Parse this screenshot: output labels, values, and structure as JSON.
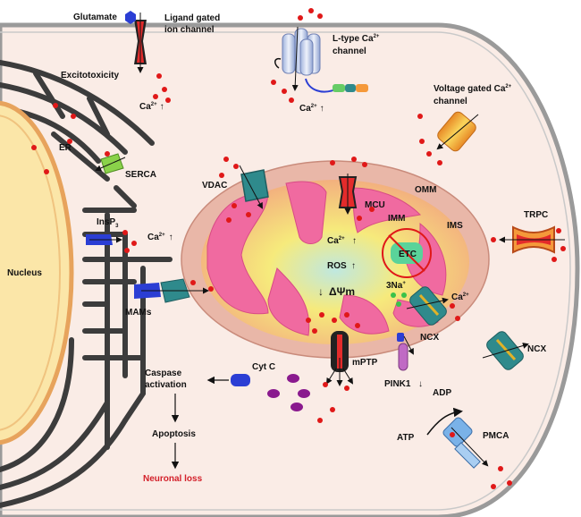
{
  "labels": {
    "glutamate": "Glutamate",
    "ligand_channel": [
      "Ligand gated",
      "ion channel"
    ],
    "ltype_channel": [
      "L-type Ca",
      "channel"
    ],
    "vg_channel": [
      "Voltage gated Ca",
      "channel"
    ],
    "excitotoxicity": "Excitotoxicity",
    "er": "ER",
    "serca": "SERCA",
    "vdac": "VDAC",
    "insp3": "InsP",
    "insp3_sub": "3",
    "ca": "Ca",
    "ca_sup": "2+",
    "nucleus": "Nucleus",
    "mams": "MAMs",
    "mcu": "MCU",
    "omm": "OMM",
    "imm": "IMM",
    "ims": "IMS",
    "etc": "ETC",
    "trpc": "TRPC",
    "ros": "ROS",
    "delta_psi": "ΔΨm",
    "na": "3Na",
    "na_sup": "+",
    "ncx": "NCX",
    "mptp": "mPTP",
    "pink1": "PINK1",
    "cytc": "Cyt C",
    "caspase": [
      "Caspase",
      "activation"
    ],
    "apoptosis": "Apoptosis",
    "neuronal_loss": "Neuronal loss",
    "adp": "ADP",
    "atp": "ATP",
    "pmca": "PMCA"
  },
  "colors": {
    "cell_fill": "#faece6",
    "membrane": "#9a9a9a",
    "er": "#3c3c3c",
    "nucleus_fill": "#fbe6a8",
    "nucleus_edge": "#e7a35c",
    "mito_outer": "#e9b7a8",
    "mito_inner": "#f06aa0",
    "calcium": "#e01818",
    "teal": "#2f8a8c",
    "neuronal_loss": "#d3202a"
  }
}
